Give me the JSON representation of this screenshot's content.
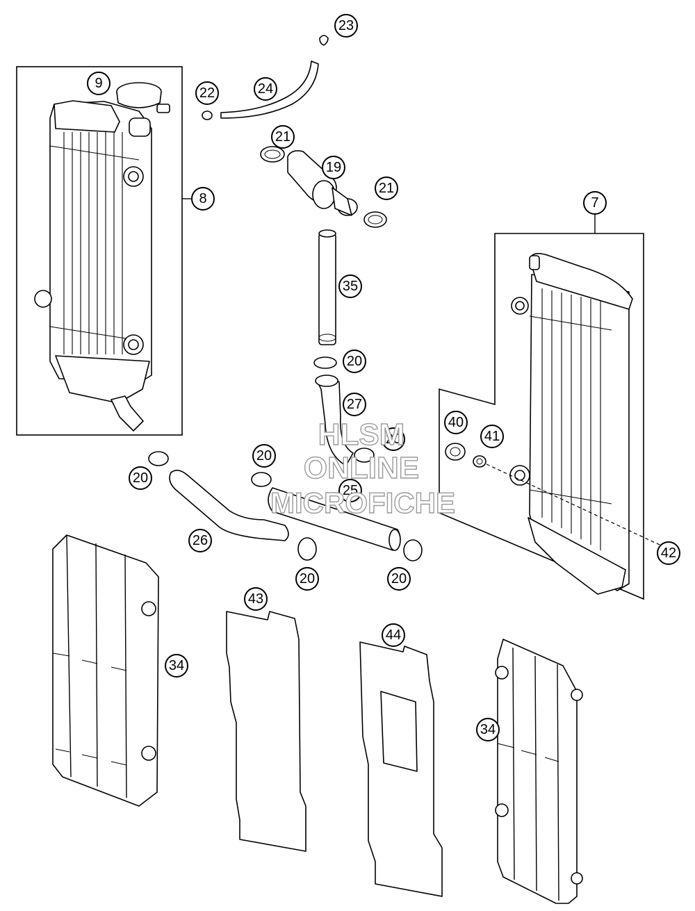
{
  "callouts": [
    {
      "id": "c23",
      "label": "23"
    },
    {
      "id": "c9",
      "label": "9"
    },
    {
      "id": "c22",
      "label": "22"
    },
    {
      "id": "c24",
      "label": "24"
    },
    {
      "id": "c8",
      "label": "8"
    },
    {
      "id": "c21a",
      "label": "21"
    },
    {
      "id": "c19",
      "label": "19"
    },
    {
      "id": "c21b",
      "label": "21"
    },
    {
      "id": "c7",
      "label": "7"
    },
    {
      "id": "c35",
      "label": "35"
    },
    {
      "id": "c20a",
      "label": "20"
    },
    {
      "id": "c27",
      "label": "27"
    },
    {
      "id": "c20b",
      "label": "20"
    },
    {
      "id": "c40",
      "label": "40"
    },
    {
      "id": "c41",
      "label": "41"
    },
    {
      "id": "c20c",
      "label": "20"
    },
    {
      "id": "c20d",
      "label": "20"
    },
    {
      "id": "c25",
      "label": "25"
    },
    {
      "id": "c26",
      "label": "26"
    },
    {
      "id": "c20e",
      "label": "20"
    },
    {
      "id": "c20f",
      "label": "20"
    },
    {
      "id": "c42",
      "label": "42"
    },
    {
      "id": "c43",
      "label": "43"
    },
    {
      "id": "c44",
      "label": "44"
    },
    {
      "id": "c34a",
      "label": "34"
    },
    {
      "id": "c34b",
      "label": "34"
    }
  ],
  "watermark": {
    "line1": "HLSM",
    "line2": "ONLINE",
    "line3": "MICROFICHE"
  }
}
